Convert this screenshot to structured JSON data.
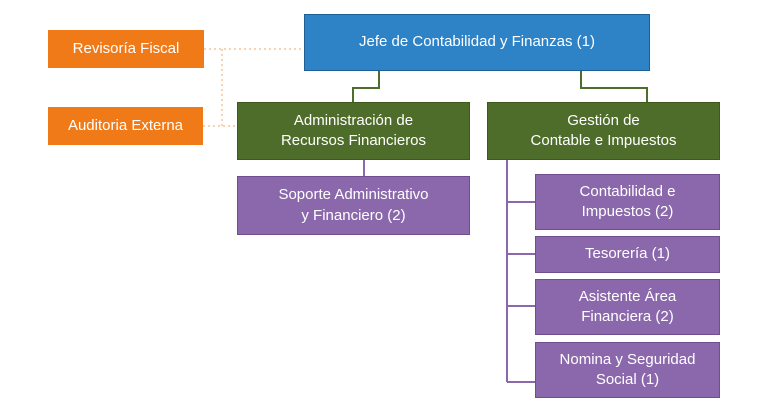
{
  "colors": {
    "blue": "#2e82c6",
    "orange": "#f07a18",
    "green": "#4f6d2a",
    "purple": "#8b68ab",
    "dotted": "#f4a460"
  },
  "nodes": {
    "jefe": "Jefe de Contabilidad y Finanzas (1)",
    "revisoria": "Revisoría Fiscal",
    "auditoria": "Auditoria Externa",
    "admin": "Administración de\nRecursos Financieros",
    "gestion": "Gestión de\nContable e Impuestos",
    "soporte": "Soporte Administrativo\ny Financiero (2)",
    "contabilidad": "Contabilidad e\nImpuestos (2)",
    "tesoreria": "Tesorería (1)",
    "asistente": "Asistente Área\nFinanciera (2)",
    "nomina": "Nomina y Seguridad\nSocial (1)"
  }
}
